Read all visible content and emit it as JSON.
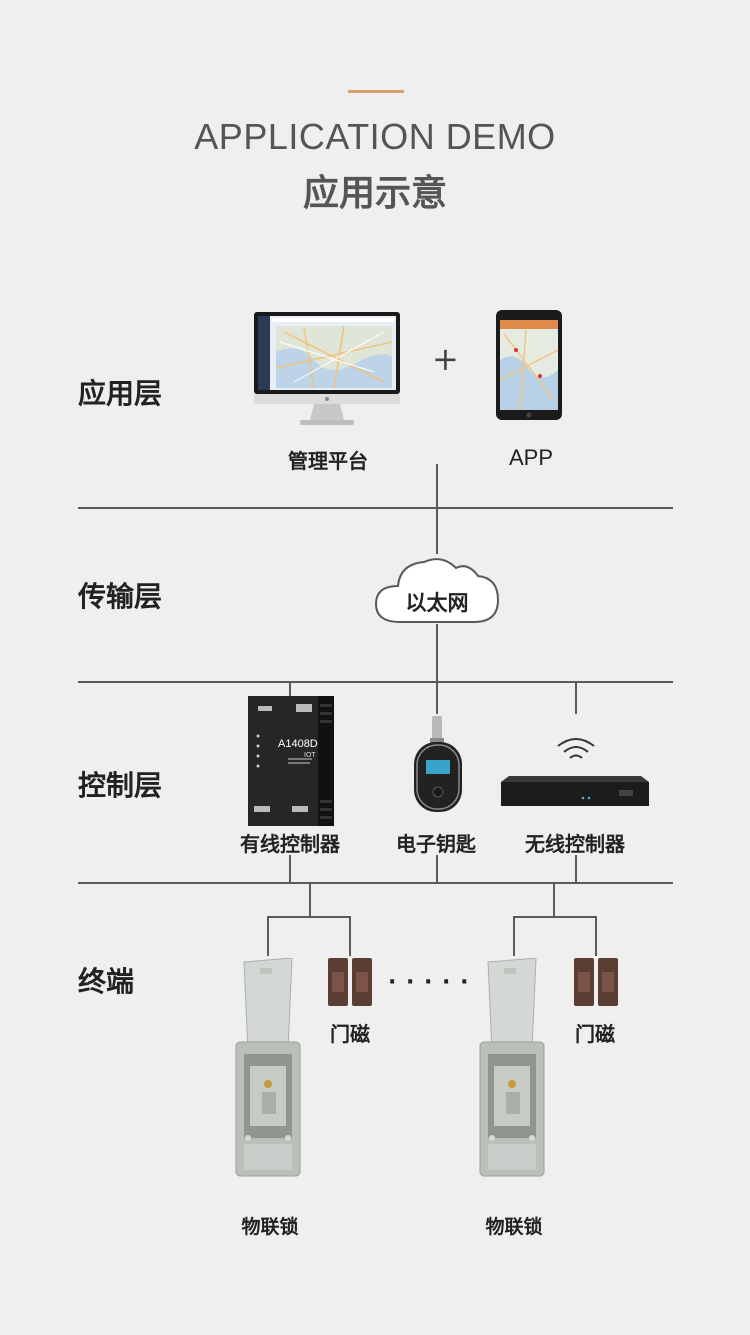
{
  "header": {
    "title_en": "APPLICATION DEMO",
    "title_cn": "应用示意"
  },
  "layers": [
    {
      "name": "应用层"
    },
    {
      "name": "传输层"
    },
    {
      "name": "控制层"
    },
    {
      "name": "终端"
    }
  ],
  "application": {
    "platform_label": "管理平台",
    "plus": "+",
    "app_label": "APP"
  },
  "transport": {
    "cloud_label": "以太网"
  },
  "control": {
    "wired_label": "有线控制器",
    "key_label": "电子钥匙",
    "wireless_label": "无线控制器",
    "wired_device_model": "A1408D",
    "wired_device_sub": "IOT"
  },
  "terminal": {
    "door_sensor_label": "门磁",
    "lock_label": "物联锁",
    "ellipsis": "· · · · ·"
  },
  "colors": {
    "accent": "#d9a06f",
    "line": "#5a5a5a",
    "background": "#efefef"
  }
}
